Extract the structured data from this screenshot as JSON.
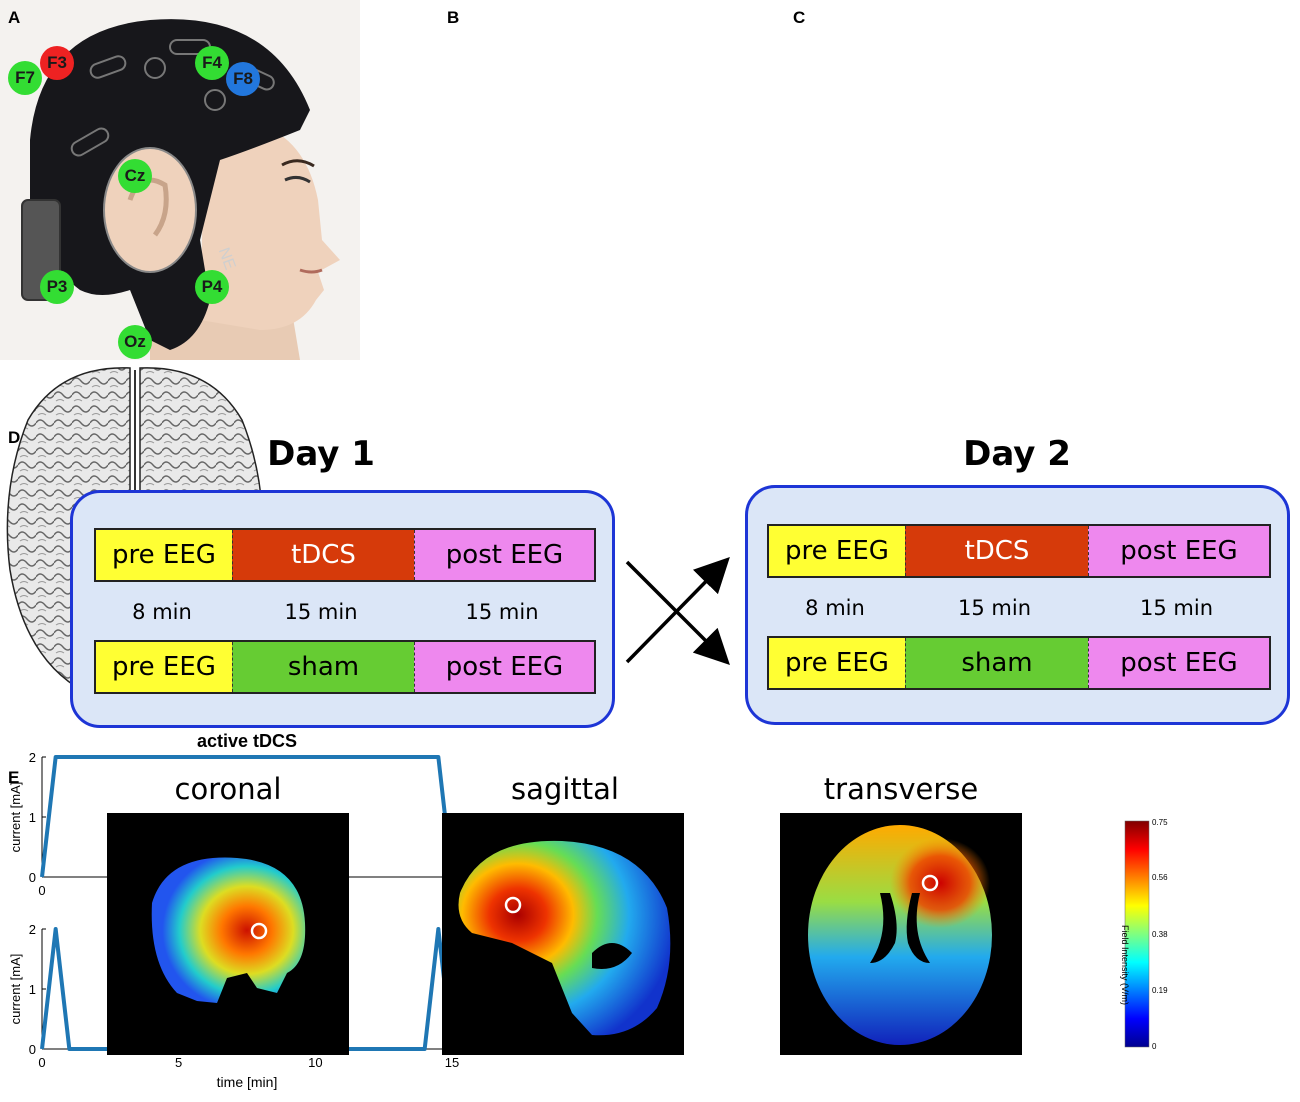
{
  "panels": {
    "a": "A",
    "b": "B",
    "c": "C",
    "d": "D",
    "e": "E"
  },
  "colors": {
    "plot_line": "#1f77b4",
    "box_border": "#1d35d6",
    "box_fill": "#dbe6f7",
    "pre_eeg": "#ffff33",
    "tdcs": "#d63a0a",
    "sham": "#66cc33",
    "post_eeg": "#ee88ee",
    "electrode_green": "#33dd33",
    "electrode_red": "#ee2222",
    "electrode_blue": "#2277dd"
  },
  "electrodes": [
    {
      "label": "F7",
      "color": "electrode_green"
    },
    {
      "label": "F3",
      "color": "electrode_red"
    },
    {
      "label": "F4",
      "color": "electrode_green"
    },
    {
      "label": "F8",
      "color": "electrode_blue"
    },
    {
      "label": "Cz",
      "color": "electrode_green"
    },
    {
      "label": "P3",
      "color": "electrode_green"
    },
    {
      "label": "P4",
      "color": "electrode_green"
    },
    {
      "label": "Oz",
      "color": "electrode_green"
    }
  ],
  "cap_logo": "NE",
  "chart_data": [
    {
      "type": "line",
      "title": "active tDCS",
      "xlabel": "",
      "ylabel": "current [mA]",
      "xlim": [
        0,
        15
      ],
      "ylim": [
        0,
        2
      ],
      "xticks": [
        0,
        5,
        10,
        15
      ],
      "yticks": [
        0,
        1,
        2
      ],
      "x": [
        0,
        0.5,
        14.5,
        15
      ],
      "y": [
        0,
        2,
        2,
        0
      ]
    },
    {
      "type": "line",
      "title": "sham",
      "xlabel": "time [min]",
      "ylabel": "current [mA]",
      "xlim": [
        0,
        15
      ],
      "ylim": [
        0,
        2
      ],
      "xticks": [
        0,
        5,
        10,
        15
      ],
      "yticks": [
        0,
        1,
        2
      ],
      "x": [
        0,
        0.5,
        1,
        14,
        14.5,
        15
      ],
      "y": [
        0,
        2,
        0,
        0,
        2,
        0
      ]
    }
  ],
  "protocol": {
    "day1": {
      "title": "Day 1",
      "row1": [
        "pre EEG",
        "tDCS",
        "post EEG"
      ],
      "durations": [
        "8 min",
        "15 min",
        "15 min"
      ],
      "row2": [
        "pre EEG",
        "sham",
        "post EEG"
      ]
    },
    "day2": {
      "title": "Day 2",
      "row1": [
        "pre EEG",
        "tDCS",
        "post EEG"
      ],
      "durations": [
        "8 min",
        "15 min",
        "15 min"
      ],
      "row2": [
        "pre EEG",
        "sham",
        "post EEG"
      ]
    }
  },
  "views": {
    "coronal": "coronal",
    "sagittal": "sagittal",
    "transverse": "transverse"
  },
  "colorbar": {
    "title": "Field Intensity (V/m)",
    "ticks": [
      "0.75",
      "0.56",
      "0.38",
      "0.19",
      "0"
    ]
  }
}
